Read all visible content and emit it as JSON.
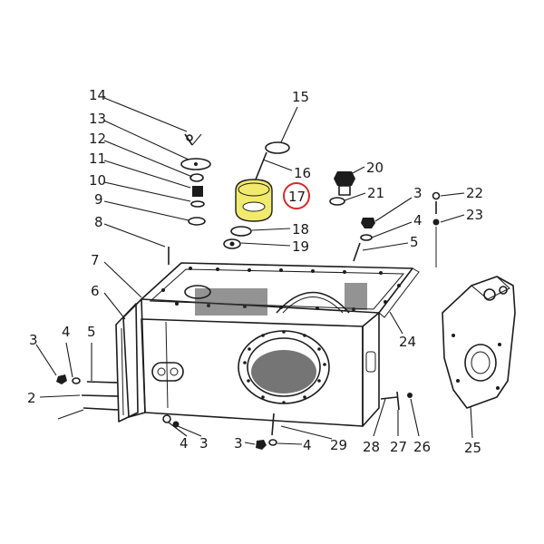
{
  "diagram": {
    "callouts": [
      {
        "id": "c14",
        "text": "14"
      },
      {
        "id": "c13",
        "text": "13"
      },
      {
        "id": "c12",
        "text": "12"
      },
      {
        "id": "c11",
        "text": "11"
      },
      {
        "id": "c10",
        "text": "10"
      },
      {
        "id": "c9",
        "text": "9"
      },
      {
        "id": "c8",
        "text": "8"
      },
      {
        "id": "c7",
        "text": "7"
      },
      {
        "id": "c6",
        "text": "6"
      },
      {
        "id": "c3a",
        "text": "3"
      },
      {
        "id": "c4a",
        "text": "4"
      },
      {
        "id": "c5a",
        "text": "5"
      },
      {
        "id": "c2",
        "text": "2"
      },
      {
        "id": "c15",
        "text": "15"
      },
      {
        "id": "c16",
        "text": "16"
      },
      {
        "id": "c17",
        "text": "17"
      },
      {
        "id": "c18",
        "text": "18"
      },
      {
        "id": "c19",
        "text": "19"
      },
      {
        "id": "c20",
        "text": "20"
      },
      {
        "id": "c21",
        "text": "21"
      },
      {
        "id": "c3b",
        "text": "3"
      },
      {
        "id": "c4b",
        "text": "4"
      },
      {
        "id": "c5b",
        "text": "5"
      },
      {
        "id": "c22",
        "text": "22"
      },
      {
        "id": "c23",
        "text": "23"
      },
      {
        "id": "c24",
        "text": "24"
      },
      {
        "id": "c25",
        "text": "25"
      },
      {
        "id": "c26",
        "text": "26"
      },
      {
        "id": "c27",
        "text": "27"
      },
      {
        "id": "c28",
        "text": "28"
      },
      {
        "id": "c29",
        "text": "29"
      },
      {
        "id": "c4c",
        "text": "4"
      },
      {
        "id": "c3c",
        "text": "3"
      },
      {
        "id": "c4d",
        "text": "4"
      },
      {
        "id": "c3d",
        "text": "3"
      }
    ],
    "highlight": {
      "part": "17",
      "fill_color": "#f2ea6c",
      "circle_color": "#d42a2a"
    }
  }
}
